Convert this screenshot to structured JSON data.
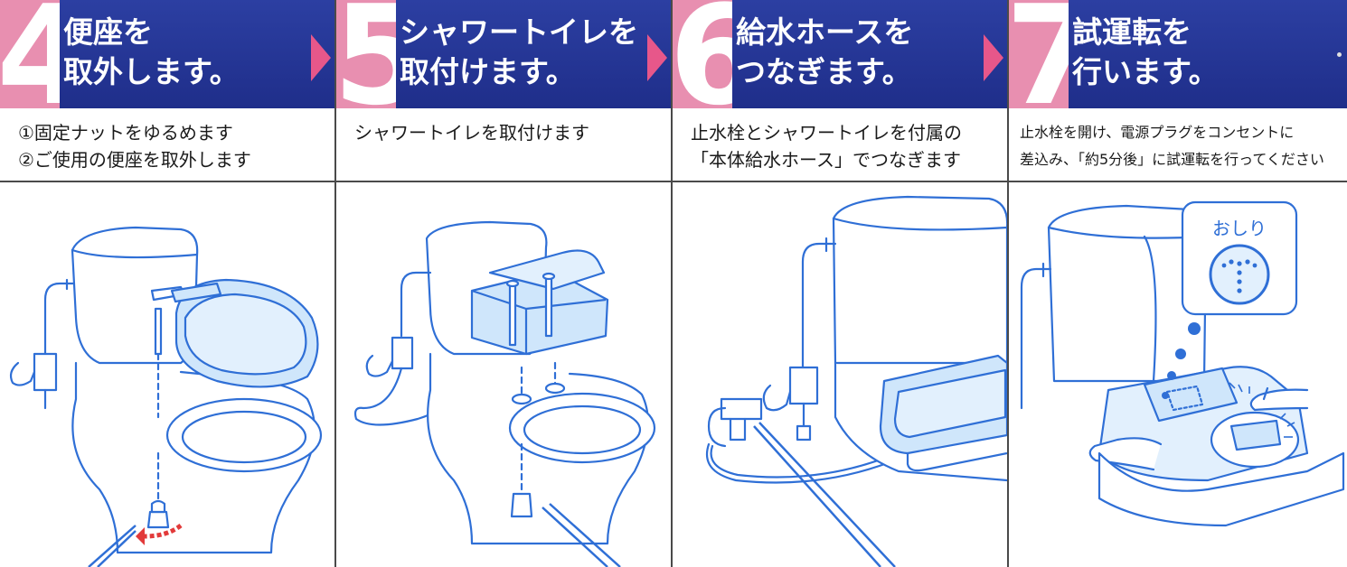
{
  "steps": [
    {
      "number": "4",
      "title_line1": "便座を",
      "title_line2": "取外します。",
      "desc_line1": "①固定ナットをゆるめます",
      "desc_line2": "②ご使用の便座を取外します"
    },
    {
      "number": "5",
      "title_line1": "シャワートイレを",
      "title_line2": "取付けます。",
      "desc_line1": "シャワートイレを取付けます",
      "desc_line2": ""
    },
    {
      "number": "6",
      "title_line1": "給水ホースを",
      "title_line2": "つなぎます。",
      "desc_line1": "止水栓とシャワートイレを付属の",
      "desc_line2": "「本体給水ホース」でつなぎます"
    },
    {
      "number": "7",
      "title_line1": "試運転を",
      "title_line2": "行います。",
      "desc_line1": "止水栓を開け、電源プラグをコンセントに",
      "desc_line2": "差込み、「約5分後」に試運転を行ってください"
    }
  ],
  "callout": {
    "label": "おしり"
  },
  "colors": {
    "header_blue": "#1f2e8a",
    "number_pink": "#e88fb0",
    "arrow_pink": "#e7578a",
    "line_blue": "#2f6fd6",
    "fill_light_blue": "#cfe6fb",
    "arrow_red": "#e23a3a"
  }
}
